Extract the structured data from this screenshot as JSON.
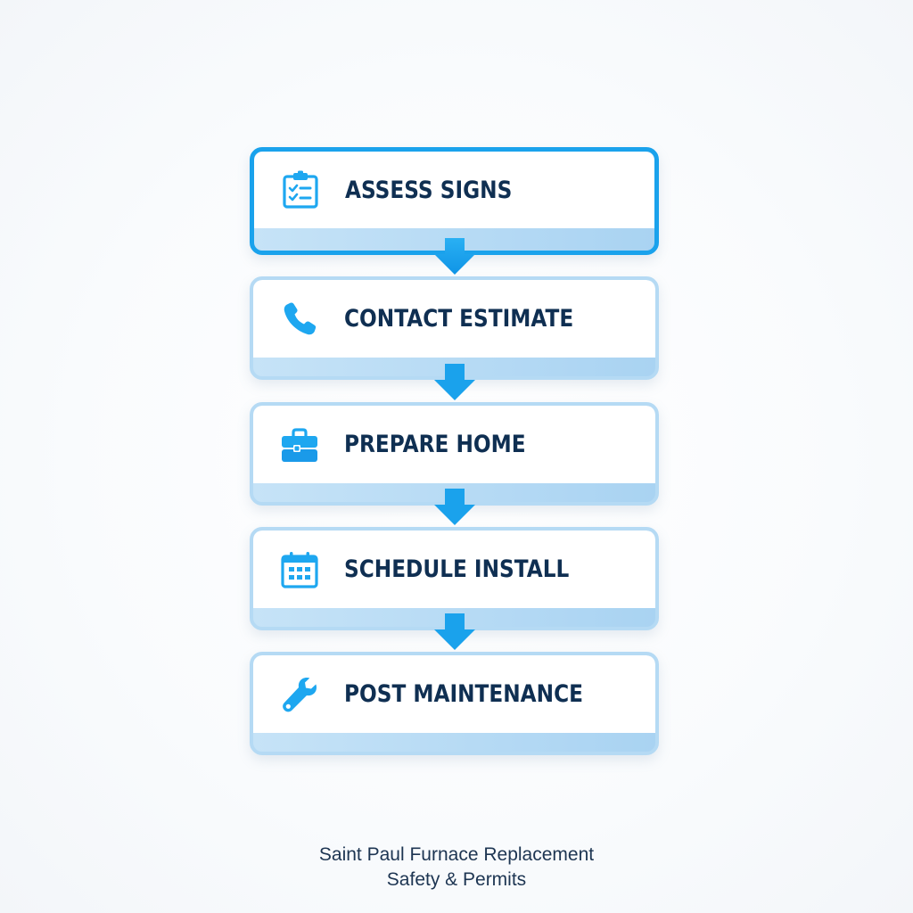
{
  "colors": {
    "accent": "#1aa2ec",
    "icon": "#1ea7f0",
    "text": "#0f2f52",
    "inactive_border": "#b5daf4",
    "band_start": "#c6e3f7",
    "band_end": "#a9d3f2",
    "caption": "#1d3552"
  },
  "steps": [
    {
      "label": "ASSESS SIGNS",
      "icon": "clipboard-checklist-icon",
      "active": true
    },
    {
      "label": "CONTACT ESTIMATE",
      "icon": "phone-icon",
      "active": false
    },
    {
      "label": "PREPARE HOME",
      "icon": "toolbox-icon",
      "active": false
    },
    {
      "label": "SCHEDULE INSTALL",
      "icon": "calendar-icon",
      "active": false
    },
    {
      "label": "POST MAINTENANCE",
      "icon": "wrench-icon",
      "active": false
    }
  ],
  "arrows": [
    "down-arrow",
    "down-arrow",
    "down-arrow",
    "down-arrow"
  ],
  "caption": {
    "line1": "Saint Paul Furnace Replacement",
    "line2": "Safety & Permits"
  }
}
